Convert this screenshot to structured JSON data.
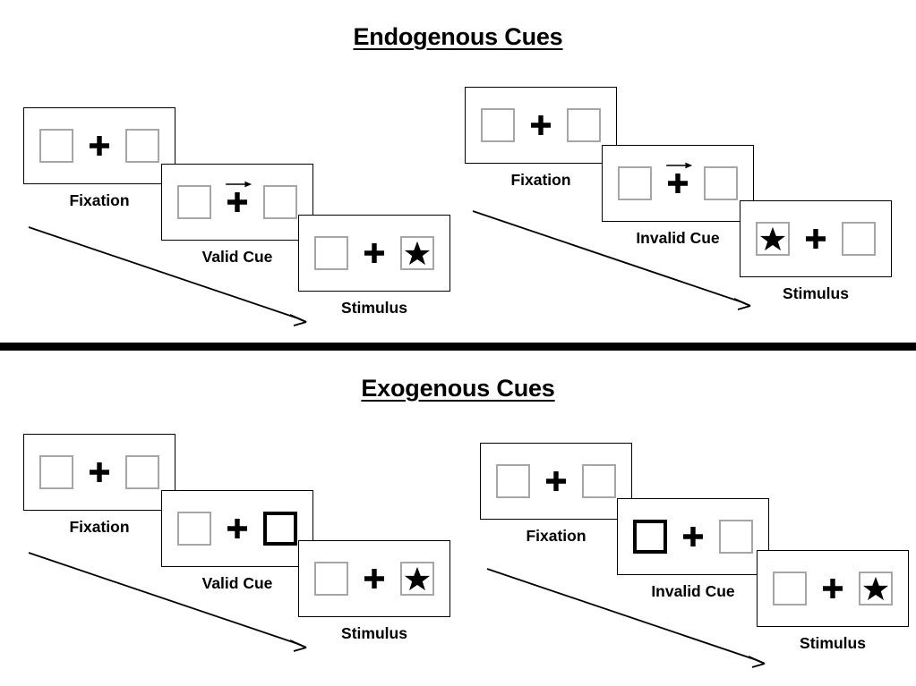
{
  "figure": {
    "background_color": "#ffffff",
    "ink_color": "#000000",
    "box_border_color": "#a6a6a6",
    "cued_box_border_color": "#000000",
    "divider": "horizontal-rule"
  },
  "sections": [
    {
      "id": "endogenous",
      "title": "Endogenous Cues",
      "sequences": [
        {
          "id": "endogenous-valid",
          "frames": [
            {
              "label": "Fixation",
              "left_box": {
                "cued": false,
                "stimulus": "none"
              },
              "right_box": {
                "cued": false,
                "stimulus": "none"
              },
              "center": "plus",
              "cue": "none"
            },
            {
              "label": "Valid Cue",
              "left_box": {
                "cued": false,
                "stimulus": "none"
              },
              "right_box": {
                "cued": false,
                "stimulus": "none"
              },
              "center": "plus",
              "cue": "arrow-right"
            },
            {
              "label": "Stimulus",
              "left_box": {
                "cued": false,
                "stimulus": "none"
              },
              "right_box": {
                "cued": false,
                "stimulus": "star"
              },
              "center": "plus",
              "cue": "none"
            }
          ],
          "time_arrow": "diagonal-down-right"
        },
        {
          "id": "endogenous-invalid",
          "frames": [
            {
              "label": "Fixation",
              "left_box": {
                "cued": false,
                "stimulus": "none"
              },
              "right_box": {
                "cued": false,
                "stimulus": "none"
              },
              "center": "plus",
              "cue": "none"
            },
            {
              "label": "Invalid Cue",
              "left_box": {
                "cued": false,
                "stimulus": "none"
              },
              "right_box": {
                "cued": false,
                "stimulus": "none"
              },
              "center": "plus",
              "cue": "arrow-right"
            },
            {
              "label": "Stimulus",
              "left_box": {
                "cued": false,
                "stimulus": "star"
              },
              "right_box": {
                "cued": false,
                "stimulus": "none"
              },
              "center": "plus",
              "cue": "none"
            }
          ],
          "time_arrow": "diagonal-down-right"
        }
      ]
    },
    {
      "id": "exogenous",
      "title": "Exogenous Cues",
      "sequences": [
        {
          "id": "exogenous-valid",
          "frames": [
            {
              "label": "Fixation",
              "left_box": {
                "cued": false,
                "stimulus": "none"
              },
              "right_box": {
                "cued": false,
                "stimulus": "none"
              },
              "center": "plus",
              "cue": "none"
            },
            {
              "label": "Valid Cue",
              "left_box": {
                "cued": false,
                "stimulus": "none"
              },
              "right_box": {
                "cued": true,
                "stimulus": "none"
              },
              "center": "plus",
              "cue": "none"
            },
            {
              "label": "Stimulus",
              "left_box": {
                "cued": false,
                "stimulus": "none"
              },
              "right_box": {
                "cued": false,
                "stimulus": "star"
              },
              "center": "plus",
              "cue": "none"
            }
          ],
          "time_arrow": "diagonal-down-right"
        },
        {
          "id": "exogenous-invalid",
          "frames": [
            {
              "label": "Fixation",
              "left_box": {
                "cued": false,
                "stimulus": "none"
              },
              "right_box": {
                "cued": false,
                "stimulus": "none"
              },
              "center": "plus",
              "cue": "none"
            },
            {
              "label": "Invalid Cue",
              "left_box": {
                "cued": true,
                "stimulus": "none"
              },
              "right_box": {
                "cued": false,
                "stimulus": "none"
              },
              "center": "plus",
              "cue": "none"
            },
            {
              "label": "Stimulus",
              "left_box": {
                "cued": false,
                "stimulus": "none"
              },
              "right_box": {
                "cued": false,
                "stimulus": "star"
              },
              "center": "plus",
              "cue": "none"
            }
          ],
          "time_arrow": "diagonal-down-right"
        }
      ]
    }
  ]
}
